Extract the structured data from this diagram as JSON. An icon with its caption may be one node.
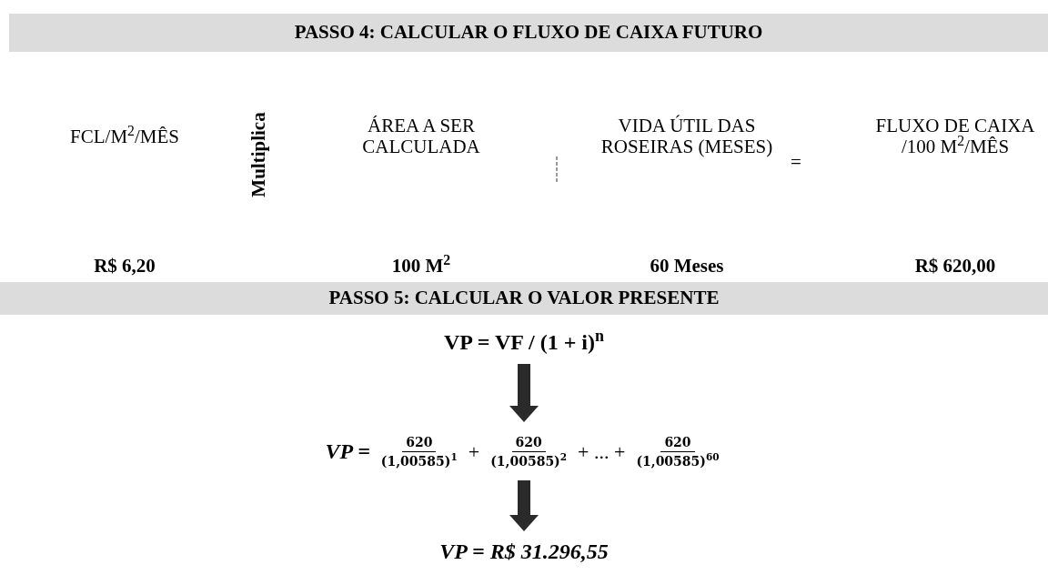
{
  "diagram": {
    "nodes": [
      {
        "text": [
          "PASSO 4: CALCULAR O FLUXO DE CAIXA FUTURO"
        ]
      },
      {
        "text": [
          "PASSO 5: CALCULAR O VALOR PRESENTE"
        ]
      },
      {
        "text": [
          "VP = VF / (1 + i)$^{n}$"
        ]
      },
      {
        "text": [
          "VP =",
          "620",
          "(1,00585)$^{1}$",
          "+",
          "620",
          "(1,00585)$^{2}$",
          "+ ... +",
          "620",
          "(1,00585)$^{60}$"
        ]
      },
      {
        "text": [
          "VP = R$ 31.296,55"
        ]
      }
    ],
    "edges": [
      {
        "from": 2,
        "to": 3,
        "arrow": "to"
      },
      {
        "from": 3,
        "to": 4,
        "arrow": "to"
      }
    ],
    "labels": [
      "FCL/M$^{2}$/MÊS",
      "Multiplica",
      "ÁREA A SER CALCULADA",
      "VIDA ÚTIL DAS ROSEIRAS (MESES)",
      "=",
      "FLUXO DE CAIXA /100 M$^{2}$/MÊS",
      "R$ 6,20",
      "100 M$^{2}$",
      "60 Meses",
      "R$ 620,00"
    ]
  }
}
